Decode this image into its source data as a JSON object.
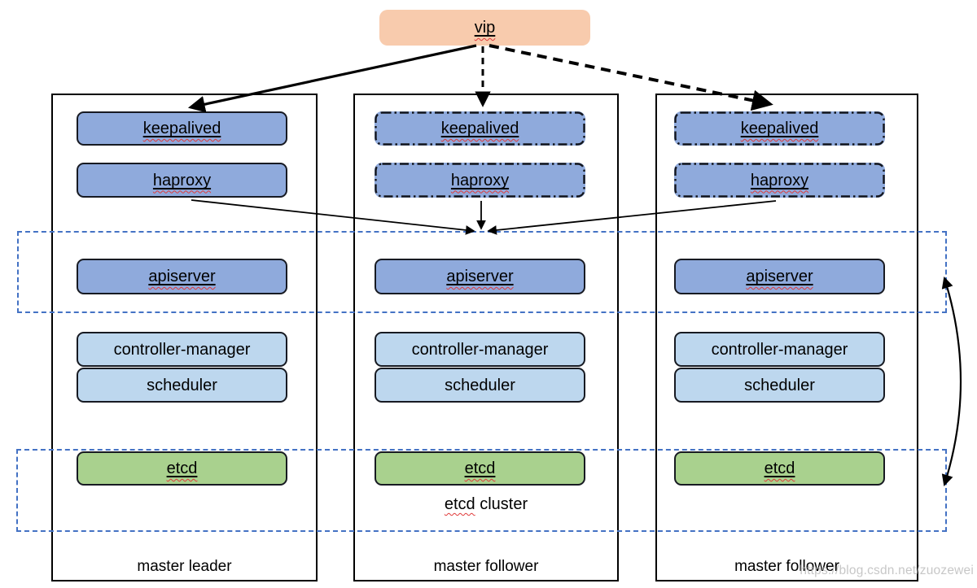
{
  "vip": {
    "label": "vip"
  },
  "columns": [
    {
      "role": "master leader",
      "border_style": "solid",
      "services": {
        "keepalived": "keepalived",
        "haproxy": "haproxy",
        "apiserver": "apiserver",
        "controller_manager": "controller-manager",
        "scheduler": "scheduler",
        "etcd": "etcd"
      }
    },
    {
      "role": "master follower",
      "border_style": "dash-dot",
      "services": {
        "keepalived": "keepalived",
        "haproxy": "haproxy",
        "apiserver": "apiserver",
        "controller_manager": "controller-manager",
        "scheduler": "scheduler",
        "etcd": "etcd"
      }
    },
    {
      "role": "master follower",
      "border_style": "dash-dot",
      "services": {
        "keepalived": "keepalived",
        "haproxy": "haproxy",
        "apiserver": "apiserver",
        "controller_manager": "controller-manager",
        "scheduler": "scheduler",
        "etcd": "etcd"
      }
    }
  ],
  "etcd_cluster_label": {
    "word1": "etcd",
    "word2": "cluster"
  },
  "watermark": "https://blog.csdn.net/zuozewei",
  "colors": {
    "vip_fill": "#F8CBAD",
    "service_fill_blue": "#8FAADC",
    "component_fill_light_blue": "#BDD7EE",
    "etcd_fill_green": "#A9D18E",
    "cluster_dashed_border": "#4472C4",
    "box_border": "#171A22",
    "arrow": "#000000",
    "spellcheck_squiggle": "#E03A3A",
    "watermark_gray": "#B9B9B9"
  }
}
